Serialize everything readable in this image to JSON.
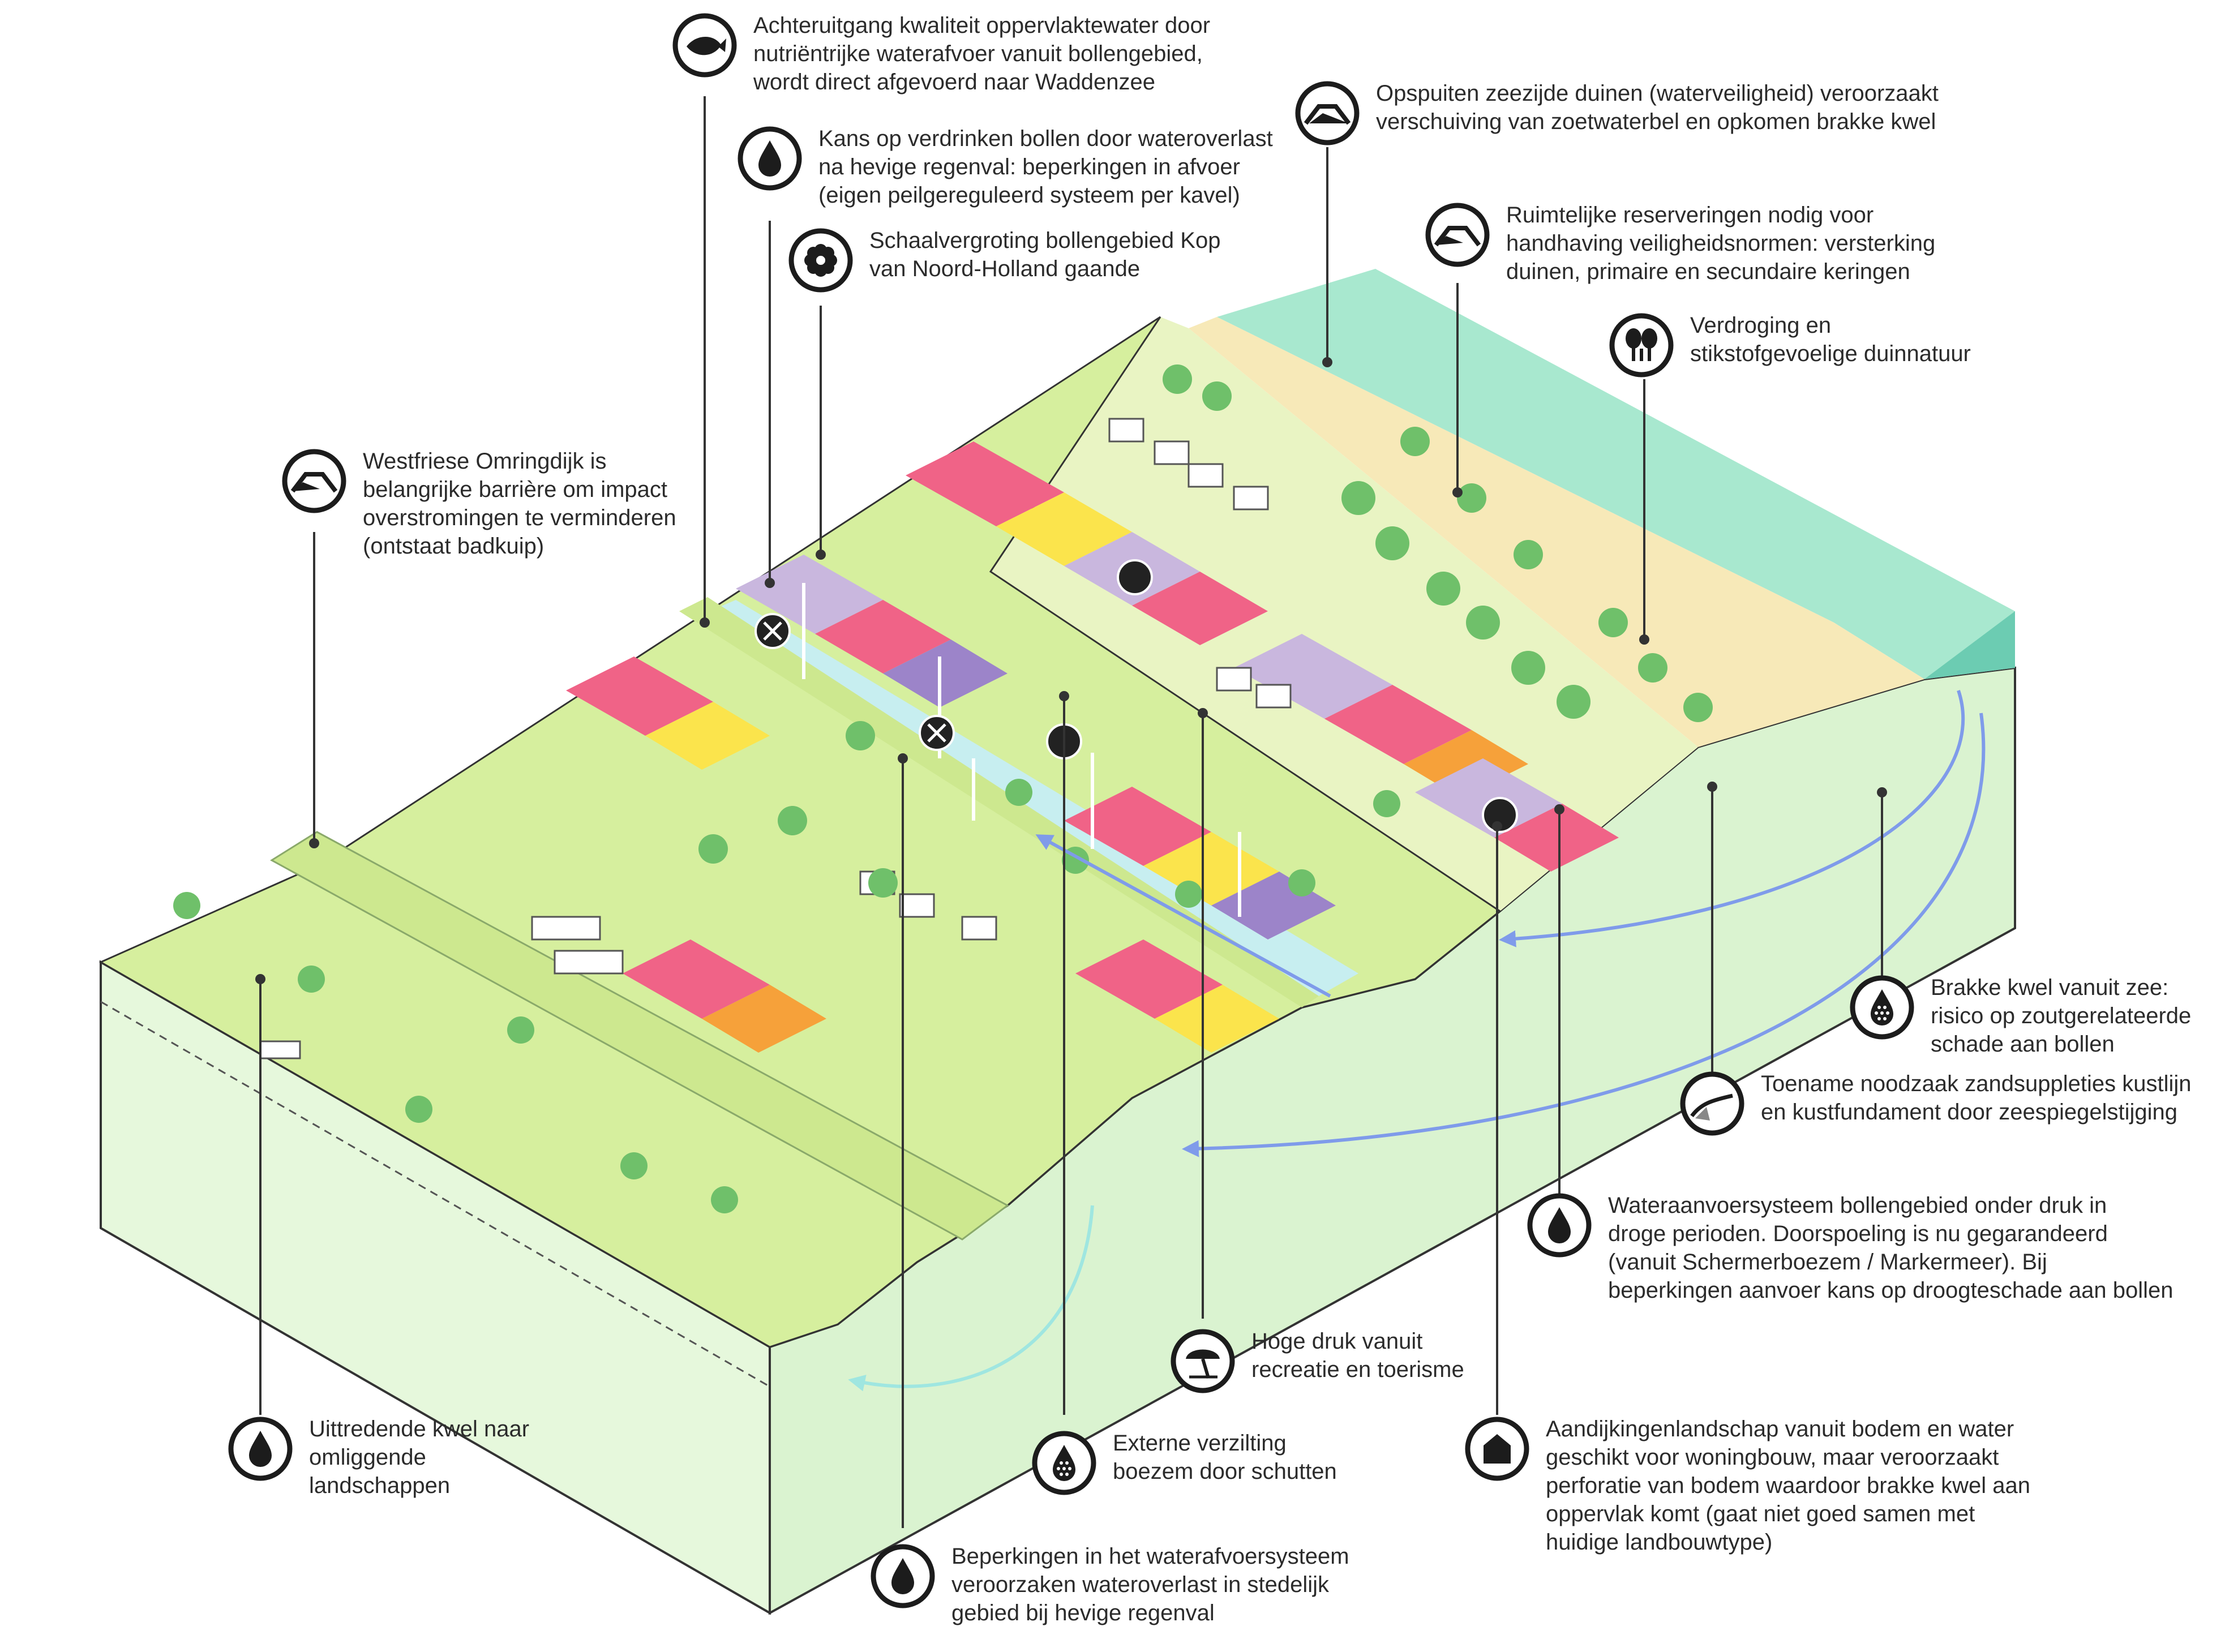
{
  "labels": [
    {
      "id": "fish",
      "icon": "fish-icon",
      "text": "Achteruitgang kwaliteit oppervlaktewater door\nnutriëntrijke waterafvoer vanuit bollengebied,\nwordt direct afgevoerd naar Waddenzee"
    },
    {
      "id": "drown",
      "icon": "water-drop-icon",
      "text": "Kans op verdrinken bollen door wateroverlast\nna hevige regenval: beperkingen in afvoer\n(eigen peilgereguleerd systeem per kavel)"
    },
    {
      "id": "scale",
      "icon": "flower-icon",
      "text": "Schaalvergroting bollengebied Kop\nvan Noord-Holland gaande"
    },
    {
      "id": "dunes",
      "icon": "dune-icon",
      "text": "Opspuiten zeezijde duinen (waterveiligheid) veroorzaakt\nverschuiving van zoetwaterbel en opkomen brakke kwel"
    },
    {
      "id": "space",
      "icon": "dike-icon",
      "text": "Ruimtelijke reserveringen nodig voor\nhandhaving veiligheidsnormen: versterking\nduinen, primaire en secundaire keringen"
    },
    {
      "id": "dry",
      "icon": "trees-icon",
      "text": "Verdroging en\nstikstofgevoelige duinnatuur"
    },
    {
      "id": "dike",
      "icon": "dike-icon",
      "text": "Westfriese Omringdijk is\nbelangrijke barrière om impact\noverstromingen te verminderen\n(ontstaat badkuip)"
    },
    {
      "id": "brack",
      "icon": "salt-drop-icon",
      "text": "Brakke kwel vanuit zee:\nrisico op zoutgerelateerde\nschade aan bollen"
    },
    {
      "id": "sand",
      "icon": "coast-icon",
      "text": "Toename noodzaak zandsuppleties kustlijn\nen kustfundament door zeespiegelstijging"
    },
    {
      "id": "supply",
      "icon": "water-drop-icon",
      "text": "Wateraanvoersysteem bollengebied onder druk in\ndroge perioden. Doorspoeling is nu gegarandeerd\n(vanuit Schermerboezem / Markermeer). Bij\nbeperkingen aanvoer kans op droogteschade aan bollen"
    },
    {
      "id": "tourism",
      "icon": "umbrella-icon",
      "text": "Hoge druk vanuit\nrecreatie en toerisme"
    },
    {
      "id": "seep",
      "icon": "water-drop-icon",
      "text": "Uittredende kwel naar\nomliggende\nlandschappen"
    },
    {
      "id": "salt",
      "icon": "salt-drop-icon",
      "text": "Externe verzilting\nboezem door schutten"
    },
    {
      "id": "house",
      "icon": "house-icon",
      "text": "Aandijkingenlandschap vanuit bodem en water\ngeschikt voor woningbouw, maar veroorzaakt\nperforatie van bodem waardoor brakke kwel aan\noppervlak komt (gaat niet goed samen met\nhuidige landbouwtype)"
    },
    {
      "id": "urban",
      "icon": "water-drop-icon",
      "text": "Beperkingen in het waterafvoersysteem\nveroorzaken wateroverlast in stedelijk\ngebied bij hevige regenval"
    }
  ],
  "colors": {
    "sea": "#a8e8cf",
    "sea_dark": "#6cccb2",
    "beach": "#f7e9b8",
    "grass": "#d6ef9e",
    "grass_light": "#e6f7be",
    "block_side": "#def3cc",
    "block_front": "#e8f8dc",
    "water": "#c7eef0",
    "arrow": "#7f9bea",
    "tree": "#6fc06a",
    "tree_dark": "#4ea455",
    "field_pink": "#f06387",
    "field_yellow": "#fbe44c",
    "field_orange": "#f6a13a",
    "field_lilac": "#c9b7de",
    "field_purple": "#9c84c9",
    "icon": "#1c1c1c"
  }
}
